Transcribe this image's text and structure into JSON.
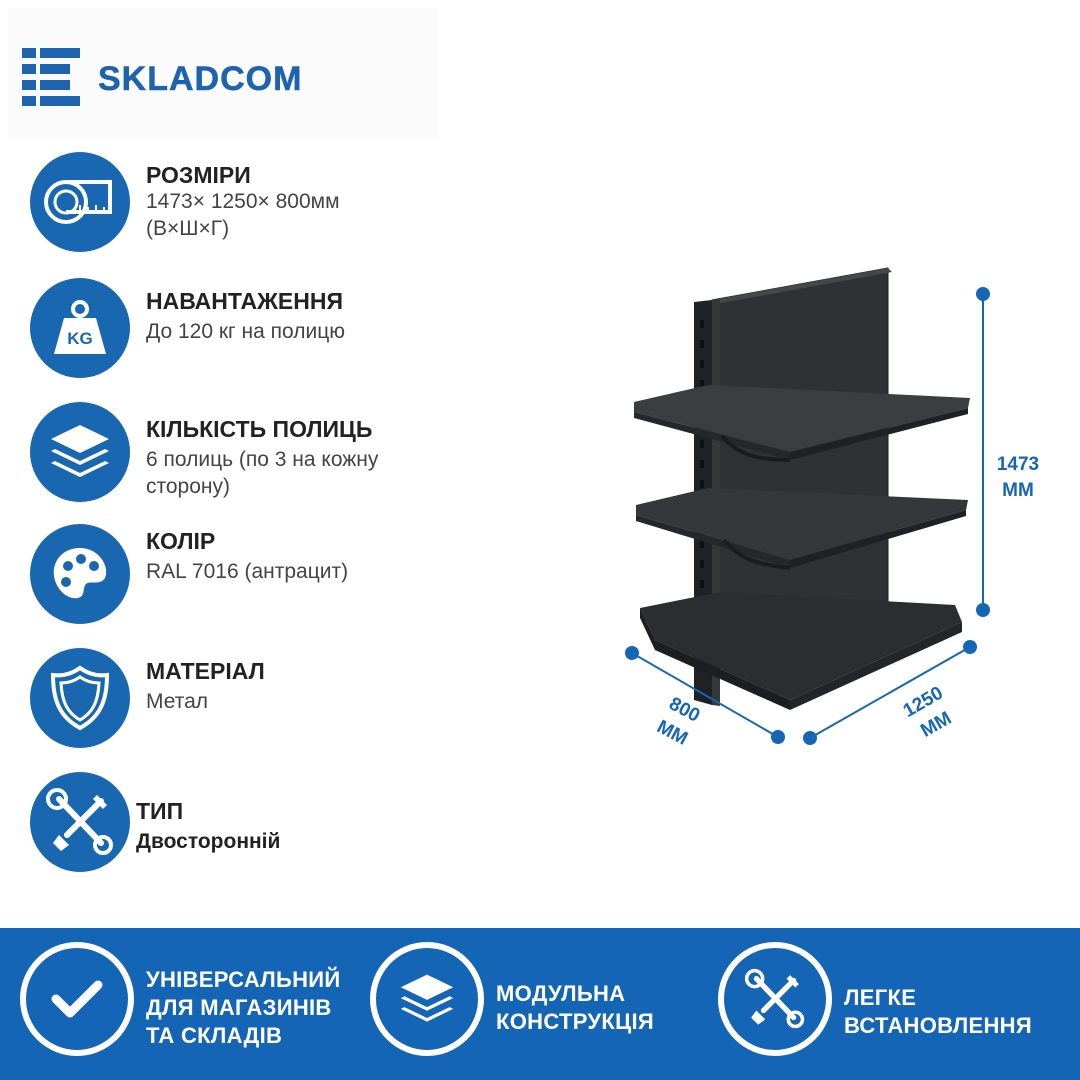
{
  "brand": {
    "name": "SKLADCOM"
  },
  "specs": [
    {
      "icon": "tape-measure-icon",
      "title": "РОЗМІРИ",
      "value": "1473× 1250× 800мм\n(В×Ш×Г)"
    },
    {
      "icon": "weight-kg-icon",
      "title": "НАВАНТАЖЕННЯ",
      "value": "До 120 кг на полицю"
    },
    {
      "icon": "layers-icon",
      "title": "КІЛЬКІСТЬ ПОЛИЦЬ",
      "value": "6 полиць (по 3 на кожну сторону)"
    },
    {
      "icon": "palette-icon",
      "title": "КОЛІР",
      "value": "RAL 7016 (антрацит)"
    },
    {
      "icon": "shield-icon",
      "title": "МАТЕРІАЛ",
      "value": "Метал"
    },
    {
      "icon": "tools-icon",
      "title": "ТИП",
      "value": "Двосторонній"
    }
  ],
  "dimensions": {
    "height": "1473\nММ",
    "depth": "800\nММ",
    "width": "1250\nММ"
  },
  "features": [
    {
      "icon": "checkmark-icon",
      "text": "УНІВЕРСАЛЬНИЙ\nДЛЯ МАГАЗИНІВ\nТА СКЛАДІВ"
    },
    {
      "icon": "layers-icon",
      "text": "МОДУЛЬНА\nКОНСТРУКЦІЯ"
    },
    {
      "icon": "tools-icon",
      "text": "ЛЕГКЕ\nВСТАНОВЛЕННЯ"
    }
  ],
  "colors": {
    "brand_blue": "#1a67b1",
    "banner_blue": "#1565b7",
    "shelf_anthracite": "#2c2f31"
  }
}
